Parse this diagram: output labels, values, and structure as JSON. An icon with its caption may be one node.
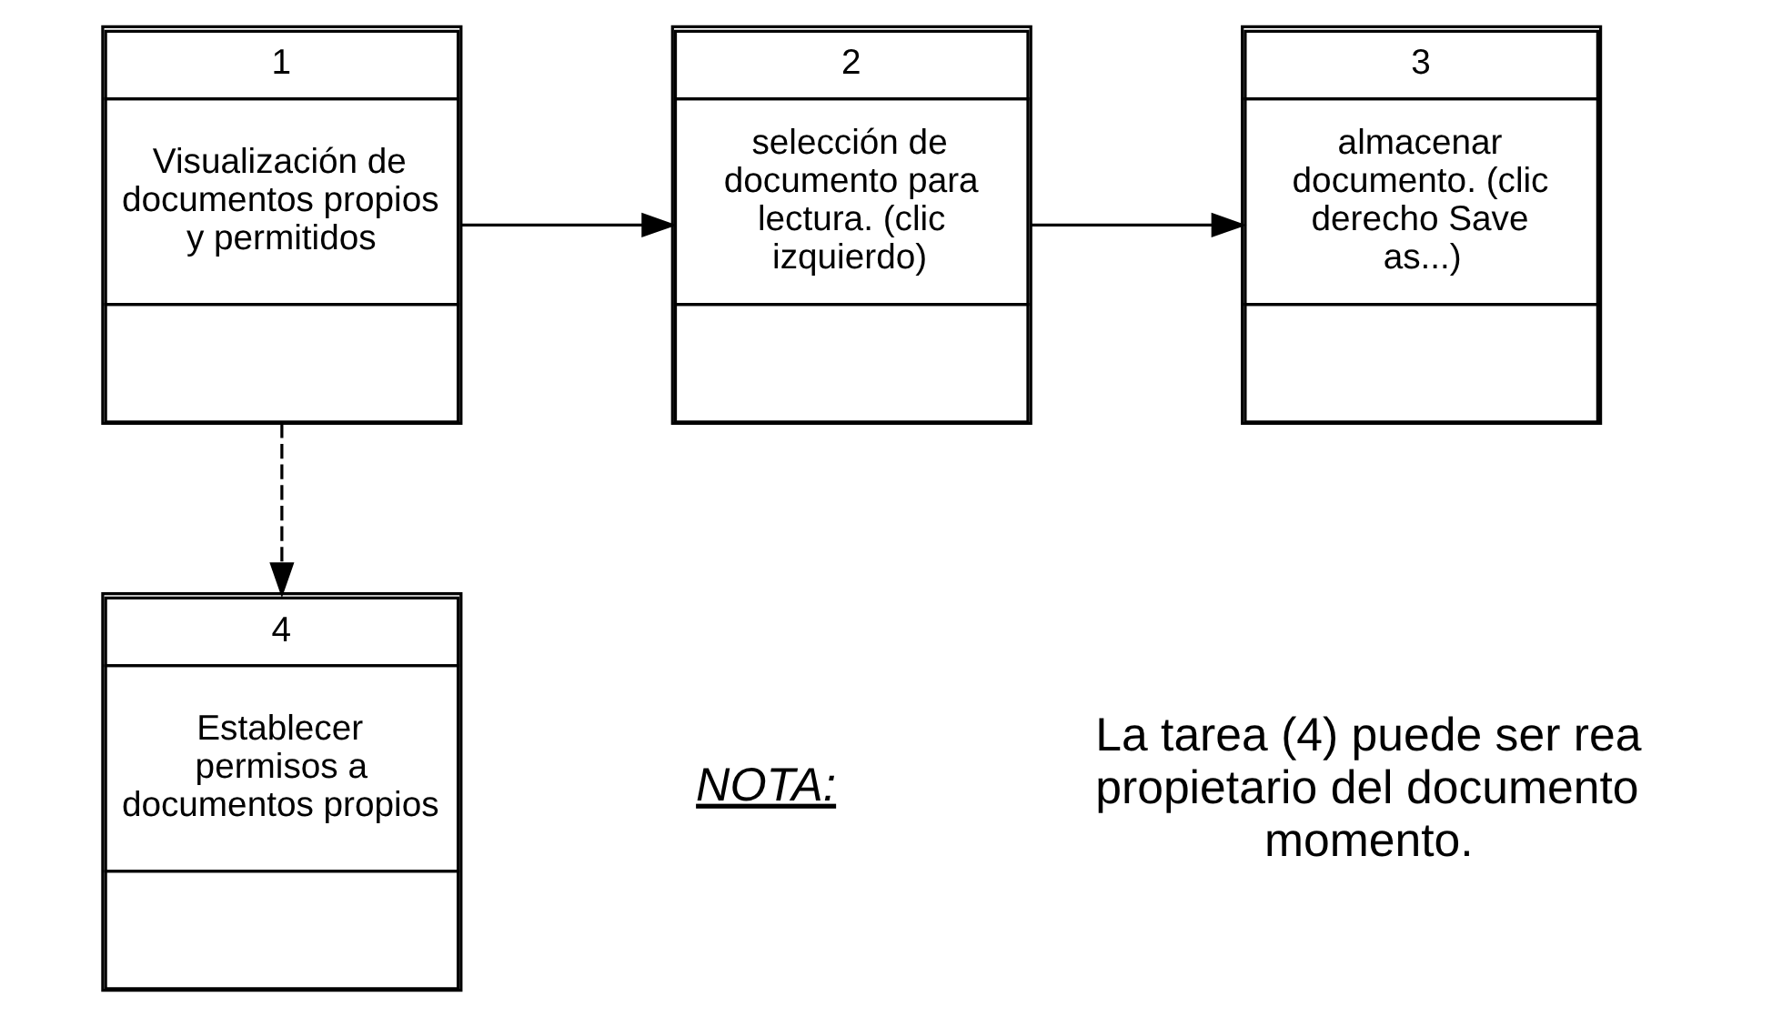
{
  "diagram": {
    "nodes": [
      {
        "text": [
          "1",
          "Visualización de documentos propios y permitidos"
        ]
      },
      {
        "text": [
          "2",
          "selección de documento para lectura. (clic izquierdo)"
        ]
      },
      {
        "text": [
          "3",
          "almacenar documento. (clic derecho Save as...)"
        ]
      },
      {
        "text": [
          "4",
          "Establecer permisos a documentos propios"
        ]
      }
    ],
    "edges": [
      {
        "from": 0,
        "to": 1,
        "arrow": "to"
      },
      {
        "from": 1,
        "to": 2,
        "arrow": "to"
      },
      {
        "from": 0,
        "to": 3,
        "arrow": "to",
        "style": "dashed"
      }
    ],
    "labels": [
      "NOTA:",
      "La tarea (4) puede ser rea propietario del documento momento."
    ]
  }
}
